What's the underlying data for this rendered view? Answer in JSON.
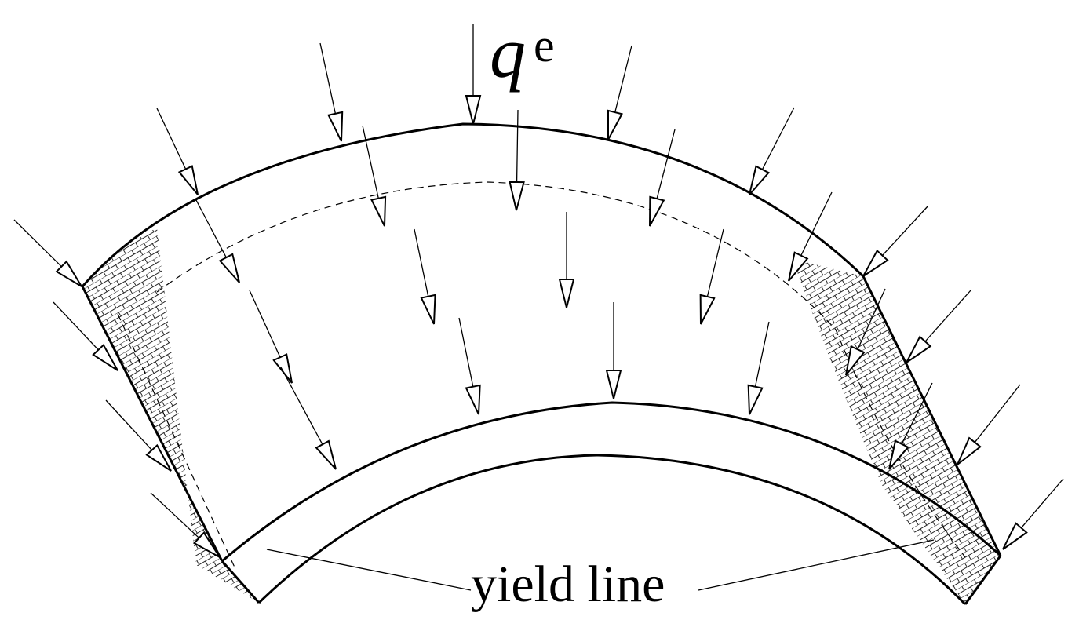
{
  "load_label": {
    "symbol": "q",
    "subscript": "e"
  },
  "yield_label": "yield line",
  "colors": {
    "stroke": "#000000",
    "background": "#ffffff"
  }
}
